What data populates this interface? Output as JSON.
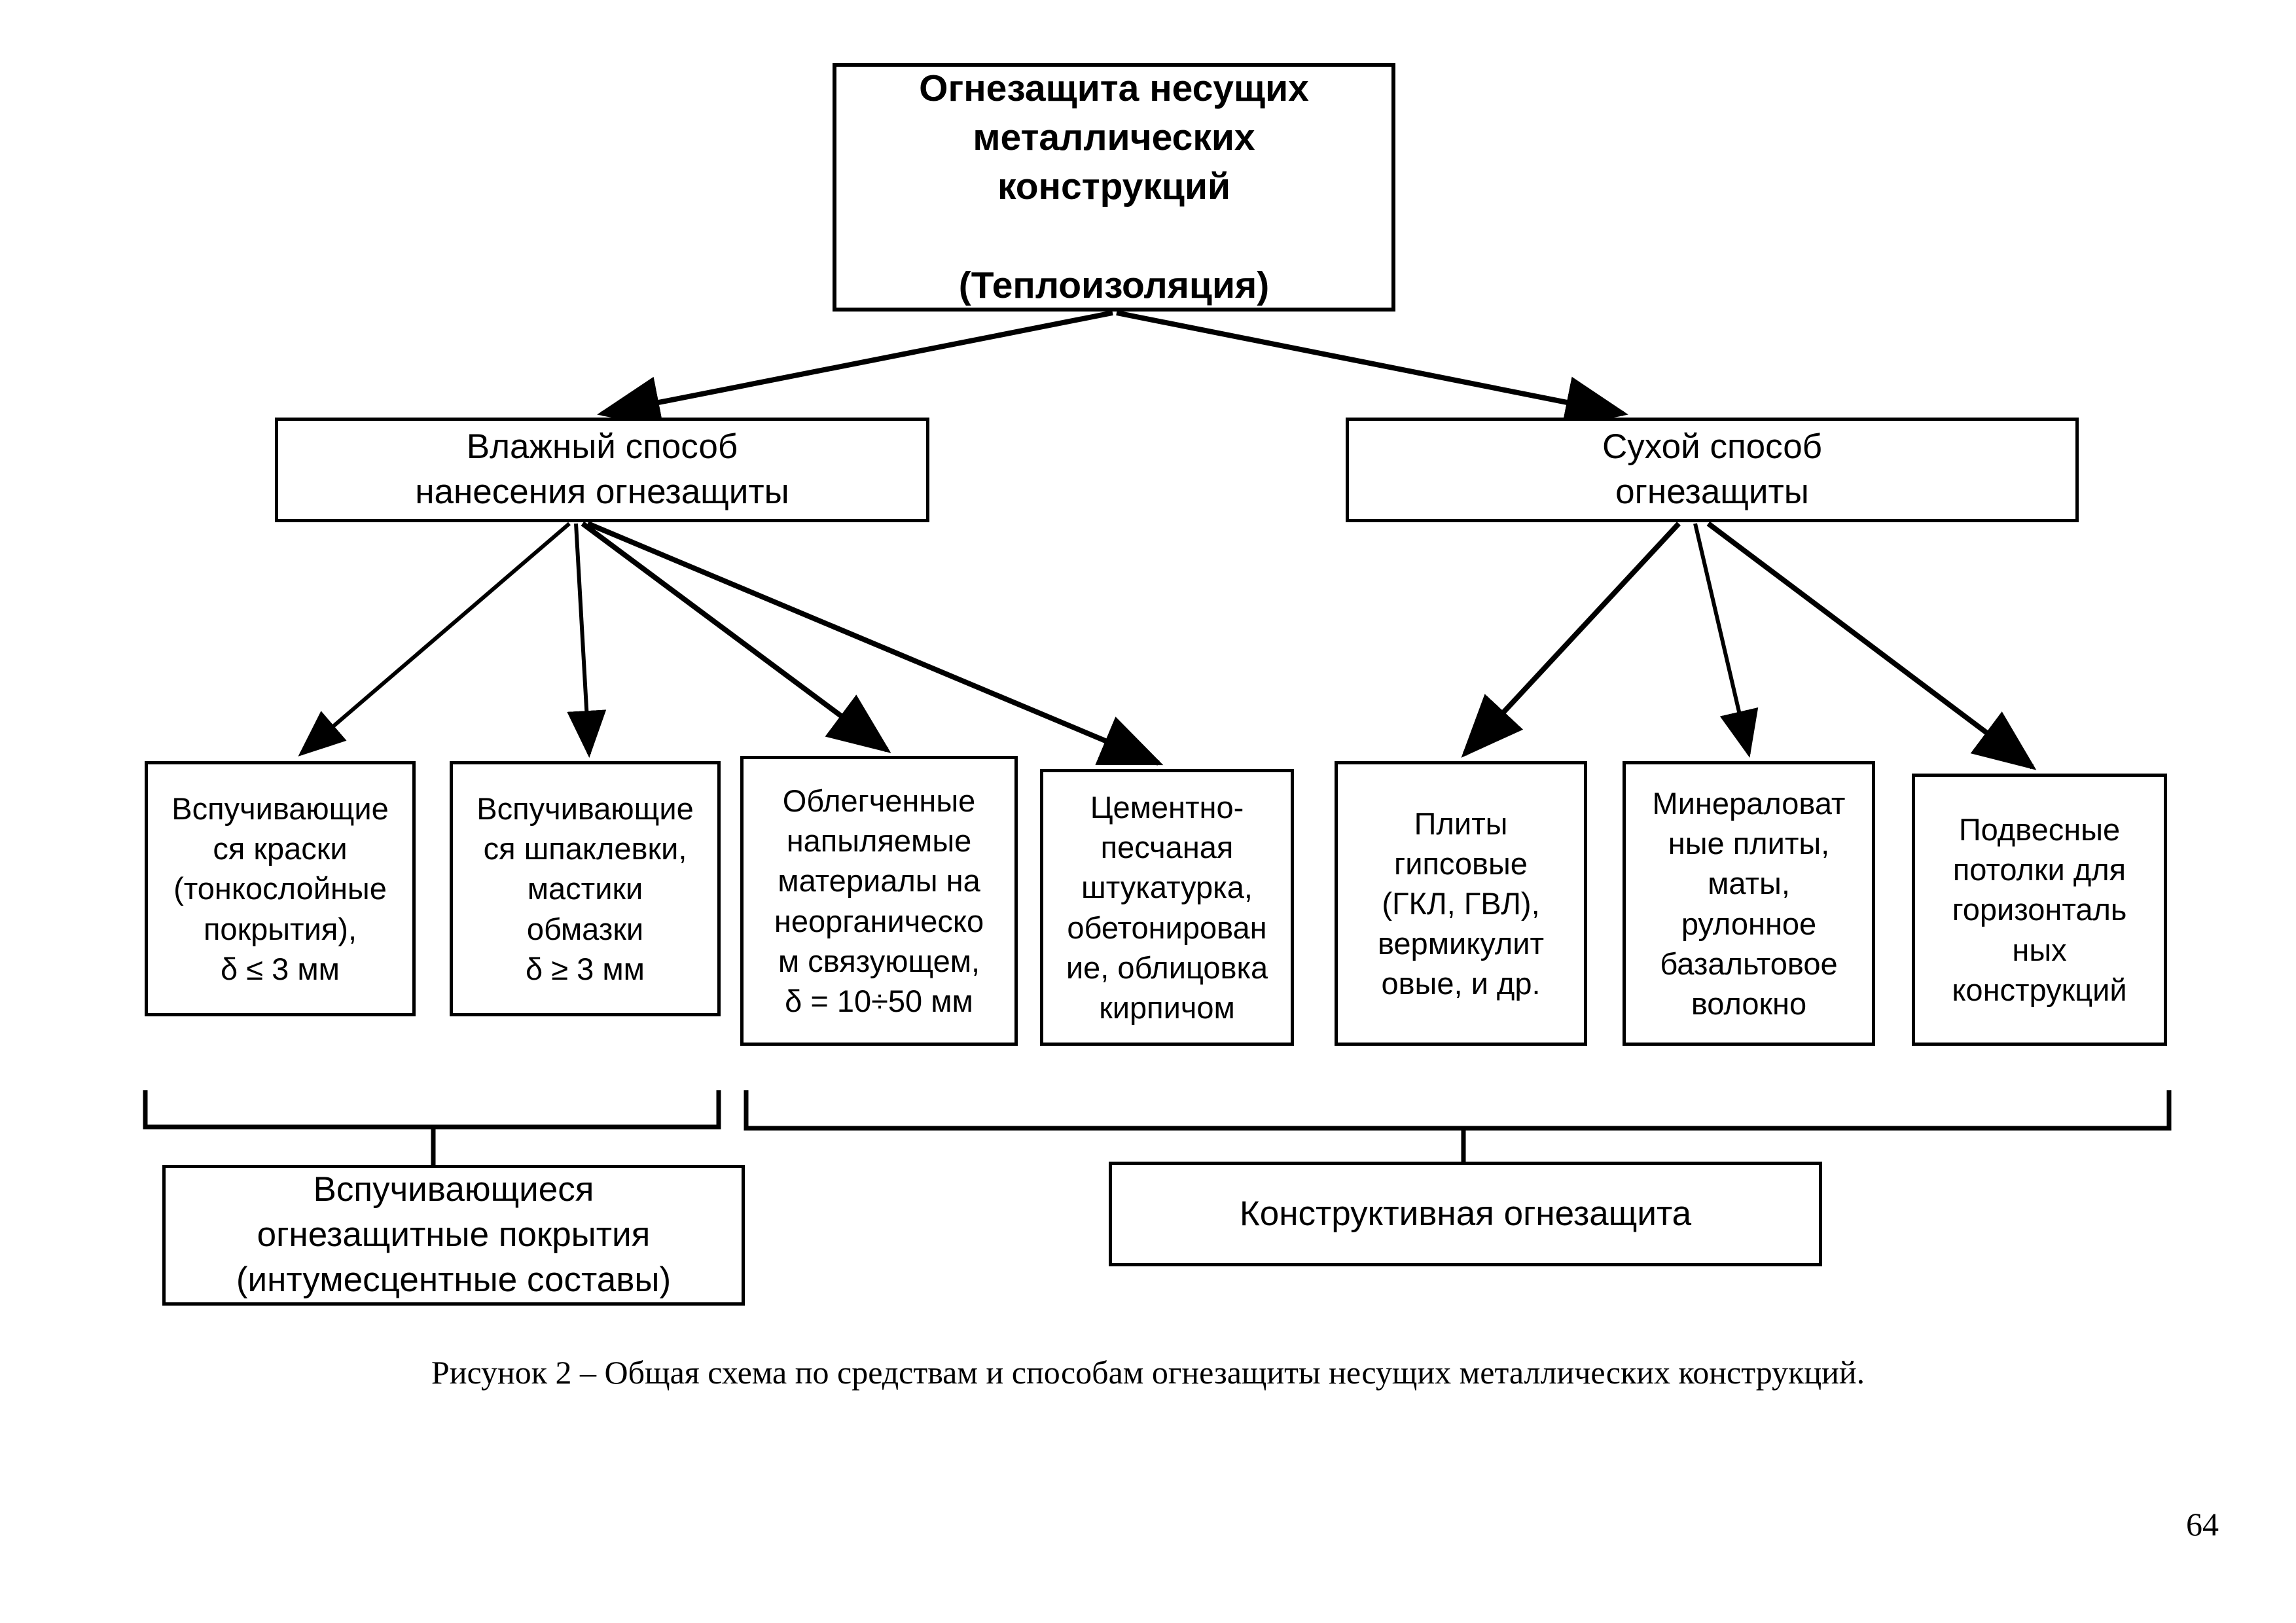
{
  "page": {
    "page_number": "64",
    "caption": "Рисунок 2 – Общая схема по средствам и способам огнезащиты несущих металлических конструкций.",
    "ink_color": "#000000",
    "background_color": "#ffffff"
  },
  "diagram": {
    "type": "hierarchy-flowchart",
    "root": {
      "label": "Огнезащита несущих металлических конструкций\n\n(Теплоизоляция)",
      "line1": "Огнезащита несущих",
      "line2": "металлических",
      "line3": "конструкций",
      "line4": "(Теплоизоляция)"
    },
    "branches": [
      {
        "id": "wet",
        "label": "Влажный способ нанесения огнезащиты",
        "line1": "Влажный способ",
        "line2": "нанесения огнезащиты"
      },
      {
        "id": "dry",
        "label": "Сухой способ огнезащиты",
        "line1": "Сухой способ",
        "line2": "огнезащиты"
      }
    ],
    "leaves": [
      {
        "id": "leaf-1",
        "parent": "wet",
        "label": "Вспучивающиеся краски (тонкослойные покрытия), δ ≤ 3 мм",
        "lines": [
          "Вспучивающие",
          "ся краски",
          "(тонкослойные",
          "покрытия),",
          "δ ≤ 3 мм"
        ]
      },
      {
        "id": "leaf-2",
        "parent": "wet",
        "label": "Вспучивающиеся шпаклевки, мастики обмазки δ ≥ 3 мм",
        "lines": [
          "Вспучивающие",
          "ся шпаклевки,",
          "мастики",
          "обмазки",
          "δ ≥ 3 мм"
        ]
      },
      {
        "id": "leaf-3",
        "parent": "wet",
        "label": "Облегченные напыляемые материалы на неорганическом связующем, δ = 10÷50 мм",
        "lines": [
          "Облегченные",
          "напыляемые",
          "материалы на",
          "неорганическо",
          "м связующем,",
          "δ = 10÷50 мм"
        ]
      },
      {
        "id": "leaf-4",
        "parent": "wet",
        "label": "Цементно-песчаная штукатурка, обетонирование, облицовка кирпичом",
        "lines": [
          "Цементно-",
          "песчаная",
          "штукатурка,",
          "обетонирован",
          "ие, облицовка",
          "кирпичом"
        ]
      },
      {
        "id": "leaf-5",
        "parent": "dry",
        "label": "Плиты гипсовые (ГКЛ, ГВЛ), вермикулитовые, и др.",
        "lines": [
          "Плиты",
          "гипсовые",
          "(ГКЛ, ГВЛ),",
          "вермикулит",
          "овые, и др."
        ]
      },
      {
        "id": "leaf-6",
        "parent": "dry",
        "label": "Минераловатные плиты, маты, рулонное базальтовое волокно",
        "lines": [
          "Минераловат",
          "ные плиты,",
          "маты,",
          "рулонное",
          "базальтовое",
          "волокно"
        ]
      },
      {
        "id": "leaf-7",
        "parent": "dry",
        "label": "Подвесные потолки для горизонтальных конструкций",
        "lines": [
          "Подвесные",
          "потолки для",
          "горизонталь",
          "ных",
          "конструкций"
        ]
      }
    ],
    "groups": [
      {
        "id": "group-left",
        "label": "Вспучивающиеся огнезащитные покрытия (интумесцентные составы)",
        "line1": "Вспучивающиеся",
        "line2": "огнезащитные покрытия",
        "line3": "(интумесцентные составы)",
        "covers": [
          "leaf-1",
          "leaf-2"
        ]
      },
      {
        "id": "group-right",
        "label": "Конструктивная огнезащита",
        "line1": "Конструктивная огнезащита",
        "covers": [
          "leaf-3",
          "leaf-4",
          "leaf-5",
          "leaf-6",
          "leaf-7"
        ]
      }
    ]
  }
}
